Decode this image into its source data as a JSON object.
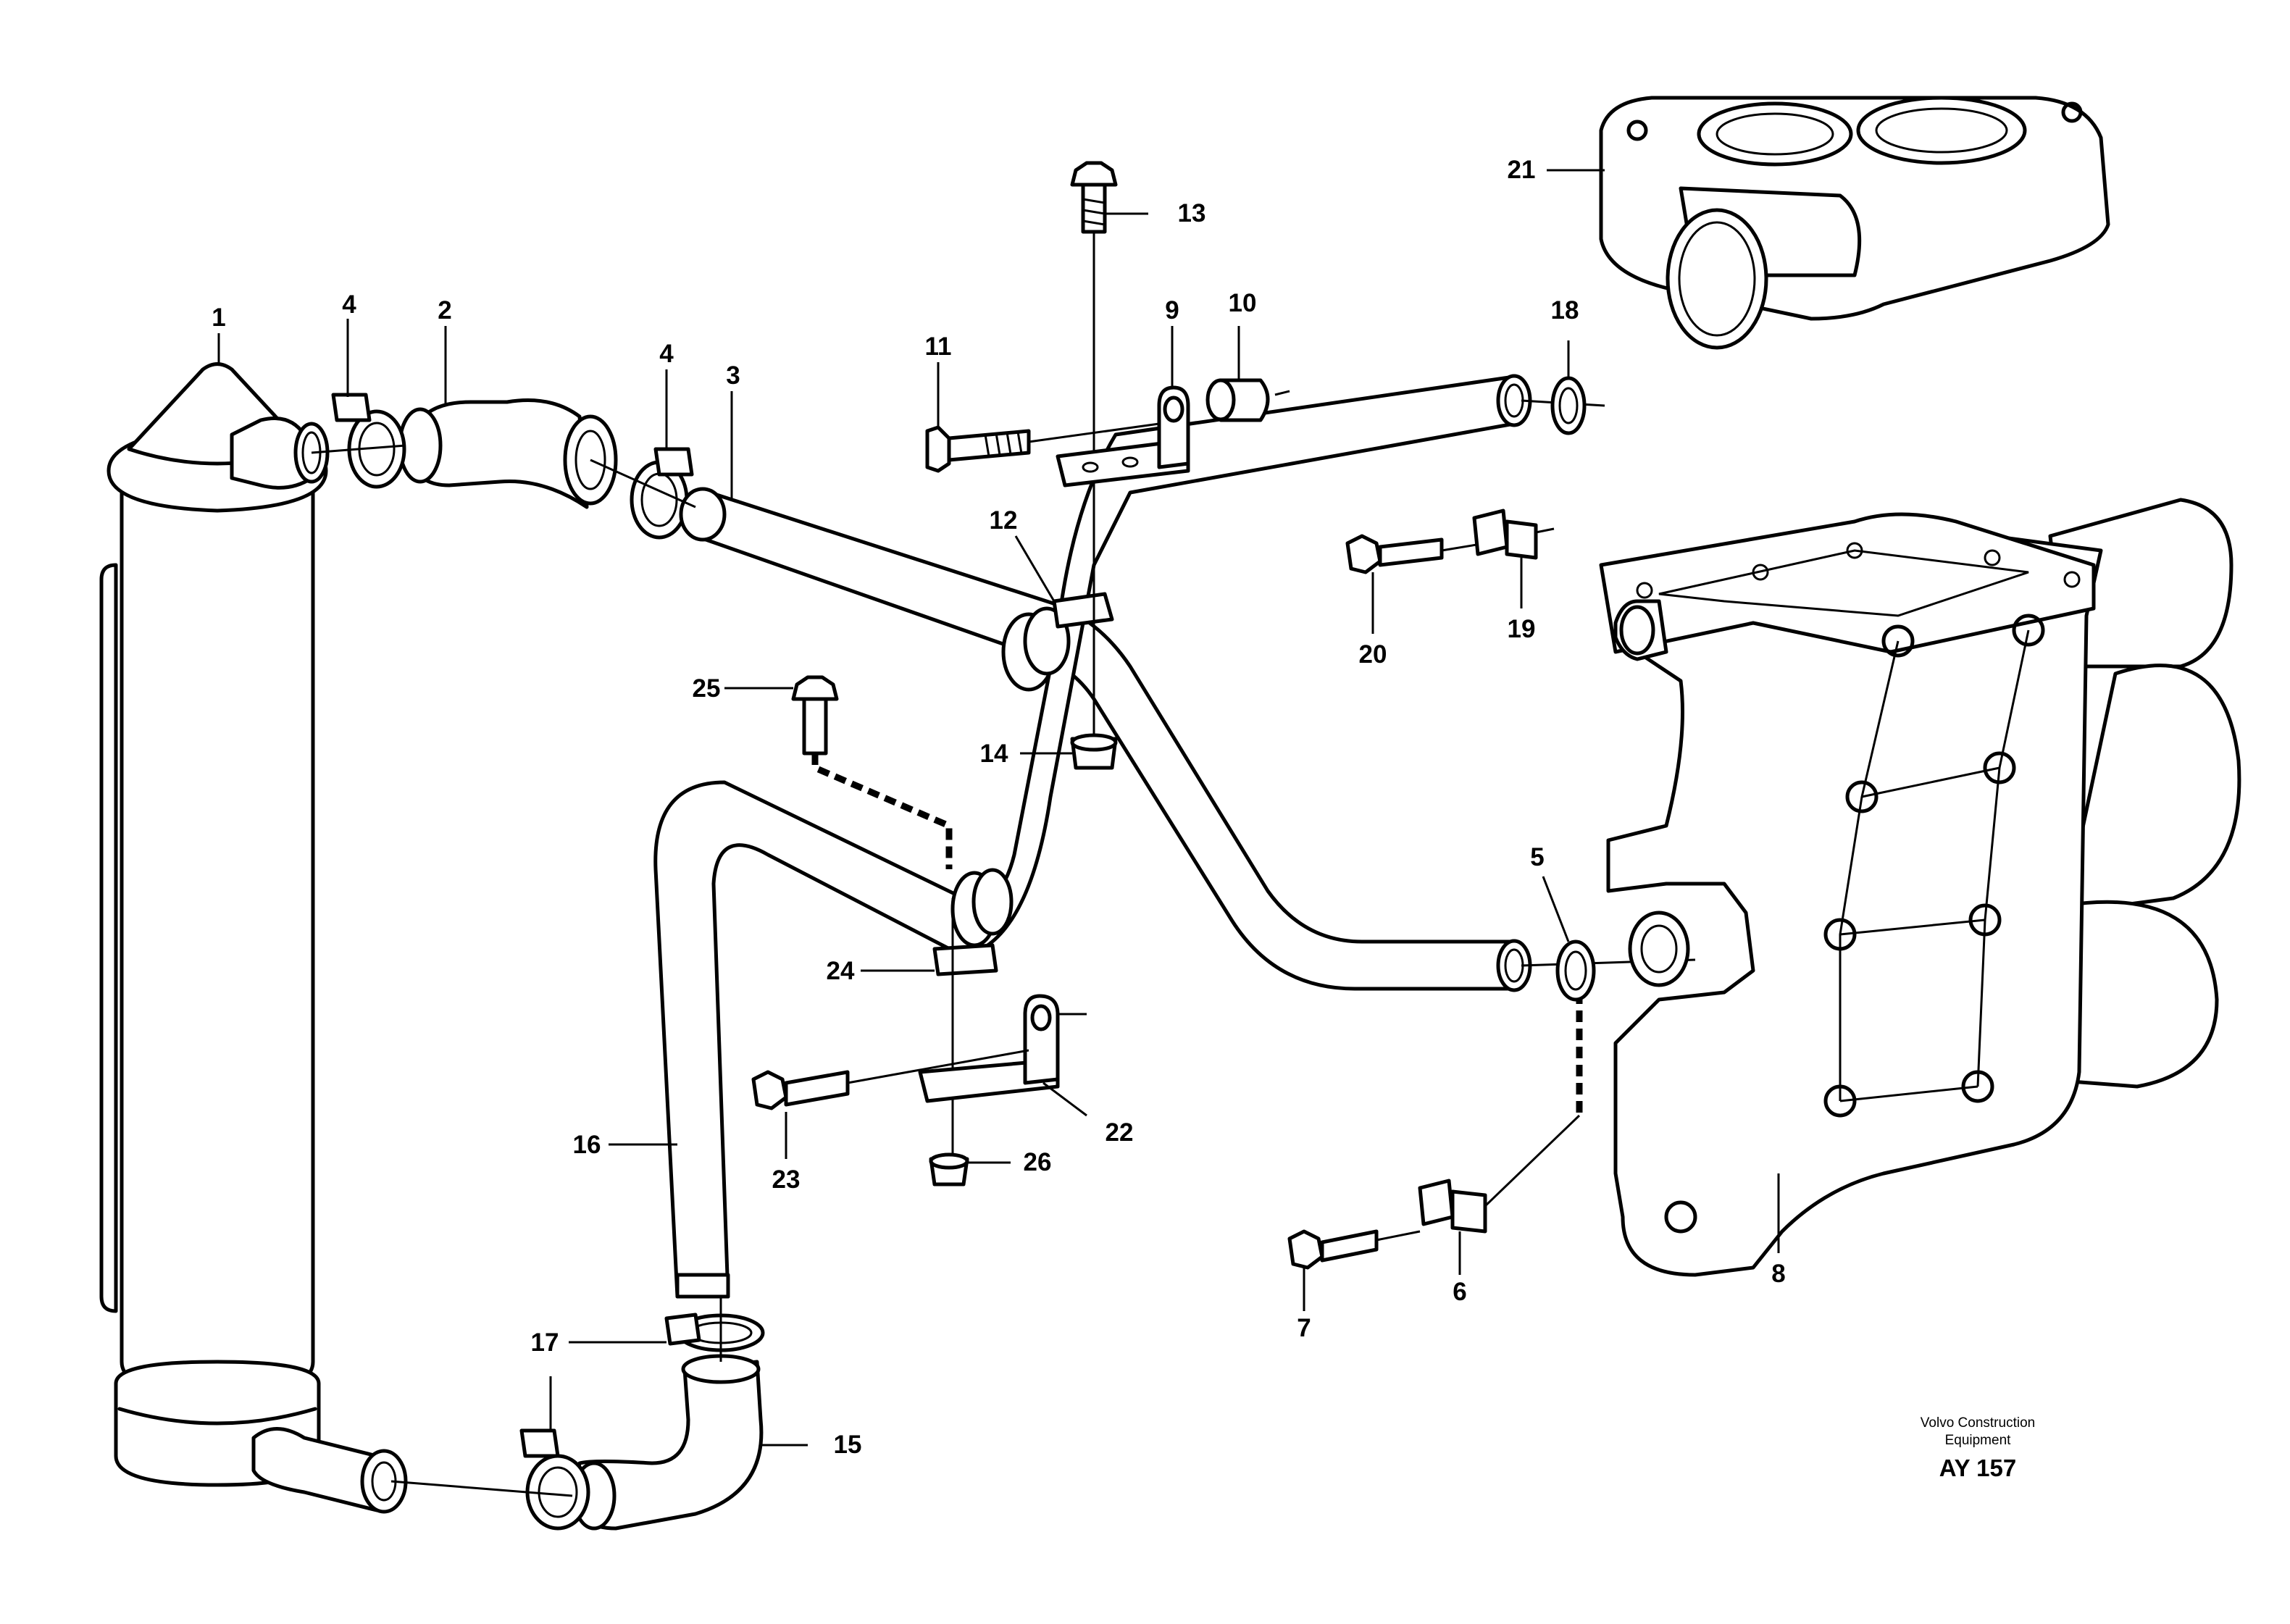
{
  "callouts": {
    "c1": "1",
    "c2": "2",
    "c3": "3",
    "c4a": "4",
    "c4b": "4",
    "c5": "5",
    "c6": "6",
    "c7": "7",
    "c8": "8",
    "c9": "9",
    "c10": "10",
    "c11": "11",
    "c12": "12",
    "c13": "13",
    "c14": "14",
    "c15": "15",
    "c16": "16",
    "c17": "17",
    "c18": "18",
    "c19": "19",
    "c20": "20",
    "c21": "21",
    "c22": "22",
    "c23": "23",
    "c24": "24",
    "c25": "25",
    "c26": "26"
  },
  "footer": {
    "brand_line1": "Volvo Construction",
    "brand_line2": "Equipment",
    "code": "AY 157"
  }
}
